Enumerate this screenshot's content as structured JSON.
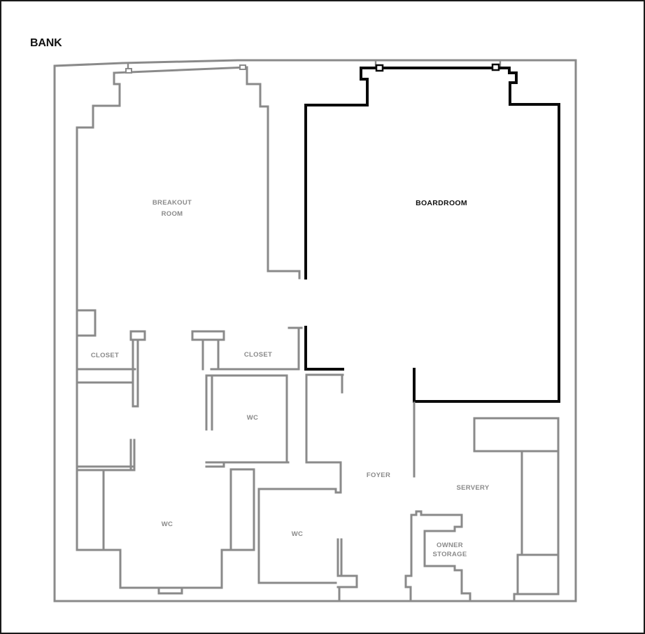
{
  "title": "BANK",
  "rooms": {
    "breakout": {
      "line1": "BREAKOUT",
      "line2": "ROOM"
    },
    "boardroom": {
      "label": "BOARDROOM"
    },
    "closet_left": {
      "label": "CLOSET"
    },
    "closet_right": {
      "label": "CLOSET"
    },
    "wc_middle": {
      "label": "WC"
    },
    "wc_bottom_left": {
      "label": "WC"
    },
    "wc_bottom_middle": {
      "label": "WC"
    },
    "foyer": {
      "label": "FOYER"
    },
    "servery": {
      "label": "SERVERY"
    },
    "owner_storage": {
      "line1": "OWNER",
      "line2": "STORAGE"
    }
  },
  "colors": {
    "wall_gray": "#8a8a8a",
    "wall_black": "#0a0a0a",
    "label_gray": "#8a8a8a",
    "label_black": "#111111",
    "background": "#ffffff"
  }
}
